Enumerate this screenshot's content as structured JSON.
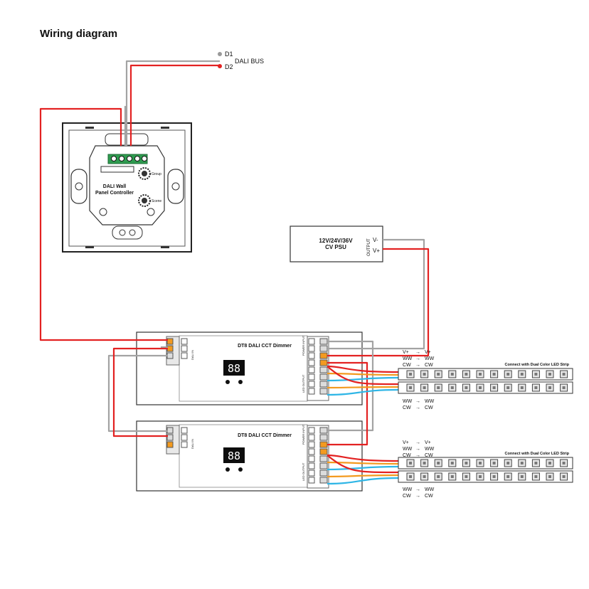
{
  "title": "Wiring diagram",
  "bus": {
    "d1": "D1",
    "d2": "D2",
    "label": "DALI BUS"
  },
  "panel": {
    "line1": "DALI Wall",
    "line2": "Panel Controller",
    "knob1": "Group",
    "knob2": "Scene"
  },
  "psu": {
    "line1": "12V/24V/36V",
    "line2": "CV PSU",
    "output": "OUTPUT",
    "vminus": "V-",
    "vplus": "V+"
  },
  "dimmers": [
    {
      "title": "DT8 DALI CCT Dimmer",
      "display": "88",
      "in_label": "DALI IN",
      "pwr_label": "POWER INPUT",
      "led_label": "LED OUTPUT"
    },
    {
      "title": "DT8 DALI CCT Dimmer",
      "display": "88",
      "in_label": "DALI IN",
      "pwr_label": "POWER INPUT",
      "led_label": "LED OUTPUT"
    }
  ],
  "strips": [
    {
      "caption": "Connect with Dual Color LED Strip",
      "top_rows": [
        [
          "V+",
          "V+"
        ],
        [
          "WW",
          "WW"
        ],
        [
          "CW",
          "CW"
        ]
      ],
      "bottom_rows": [
        [
          "WW",
          "WW"
        ],
        [
          "CW",
          "CW"
        ]
      ]
    },
    {
      "caption": "Connect with Dual Color LED Strip",
      "top_rows": [
        [
          "V+",
          "V+"
        ],
        [
          "WW",
          "WW"
        ],
        [
          "CW",
          "CW"
        ]
      ],
      "bottom_rows": [
        [
          "WW",
          "WW"
        ],
        [
          "CW",
          "CW"
        ]
      ]
    }
  ],
  "colors": {
    "red": "#e32222",
    "gray": "#a3a3a3",
    "orange": "#f39a1f",
    "blue": "#2fb6e6"
  }
}
